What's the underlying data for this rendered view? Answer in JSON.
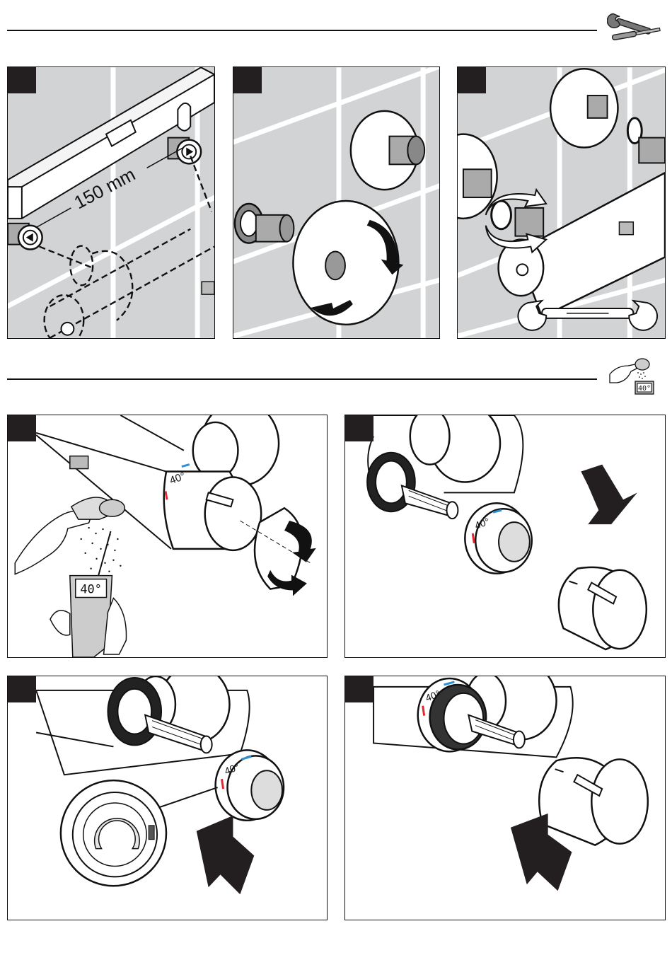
{
  "section_install": {
    "icon": "wrench-screwdriver-icon"
  },
  "section_calibrate": {
    "icon": "shower-thermometer-icon",
    "icon_reading": "40°"
  },
  "steps": {
    "s1": {
      "dimension_label": "150 mm"
    },
    "s2": {},
    "s3": {
      "tool_icon": "open-end-wrench-icon"
    },
    "s4": {
      "thermometer_reading": "40°",
      "dial_label": "40°"
    },
    "s5": {
      "dial_label": "40°"
    },
    "s6": {
      "dial_label": "40°"
    },
    "s7": {
      "dial_label": "40°"
    }
  },
  "colors": {
    "tile_gray": "#d1d3d4",
    "grout": "#ffffff",
    "ink": "#231f20",
    "hot": "#e3262f",
    "cold": "#2d8fd5"
  }
}
